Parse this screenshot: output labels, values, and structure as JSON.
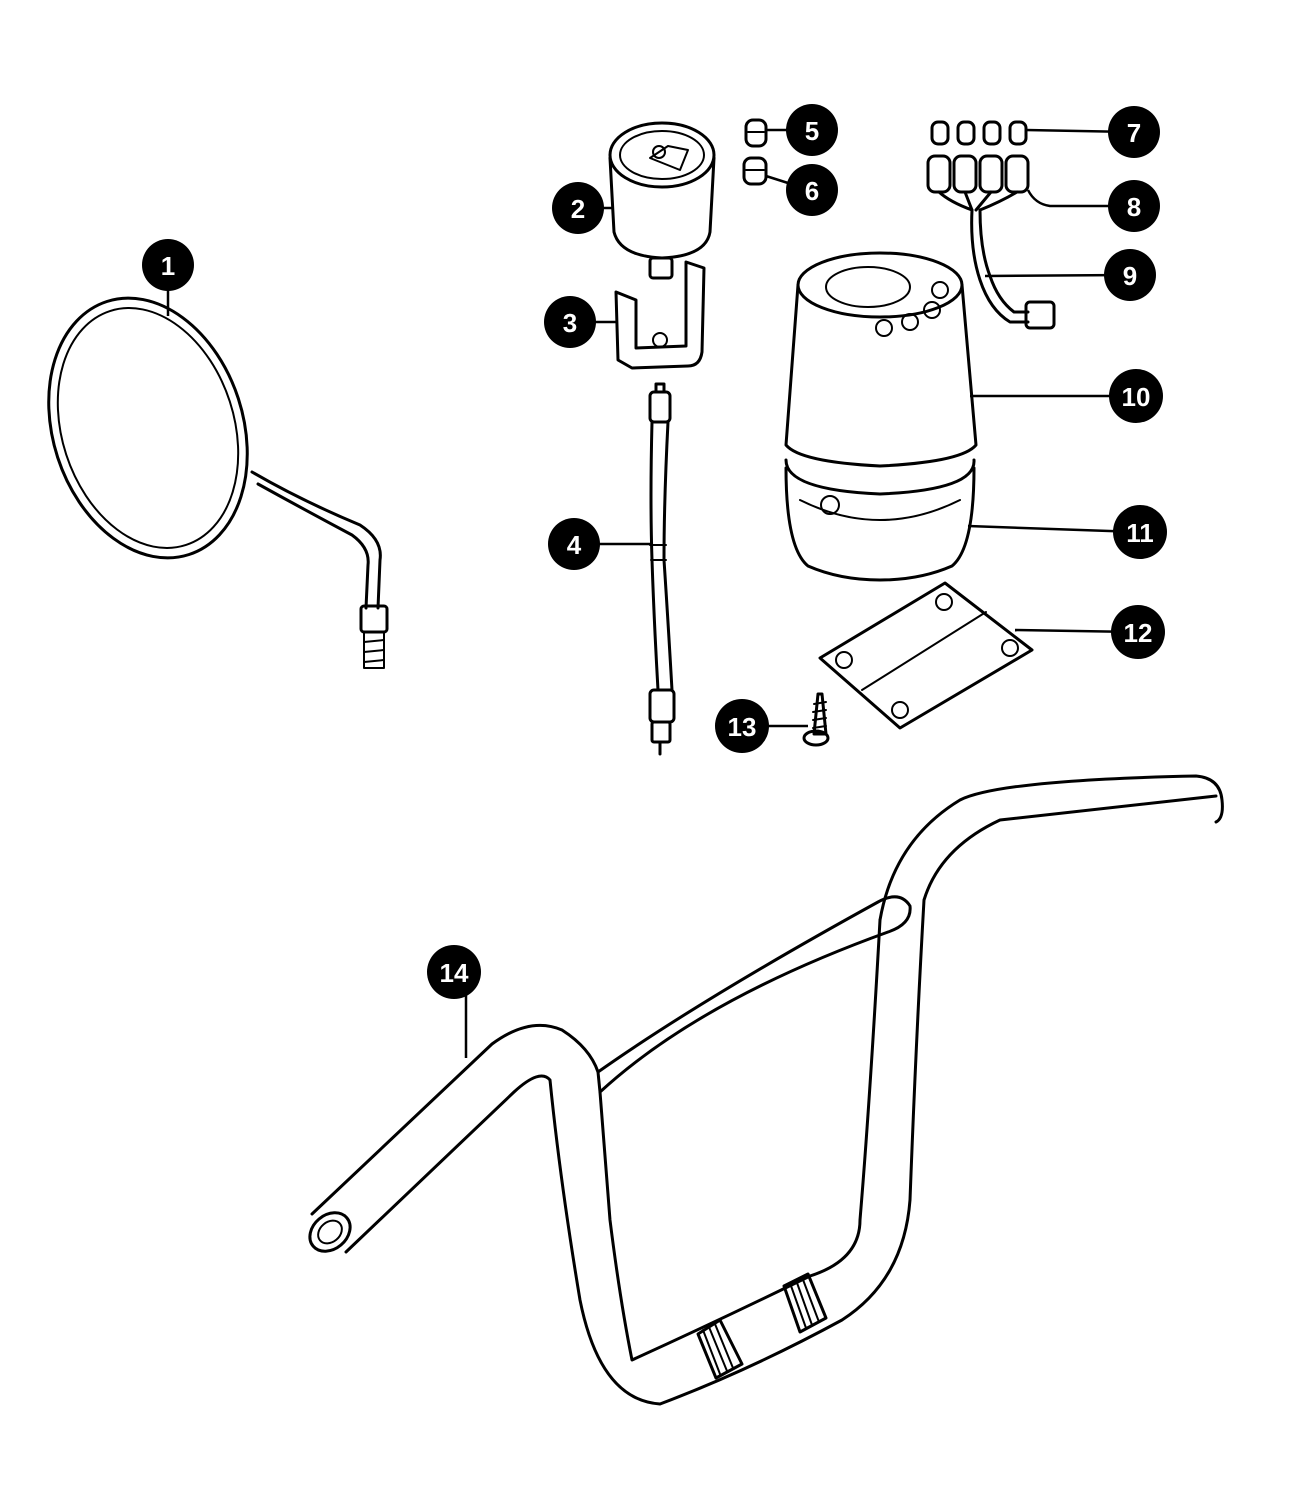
{
  "colors": {
    "line": "#000000",
    "background": "#ffffff",
    "callout_fill": "#000000",
    "callout_text": "#ffffff"
  },
  "callouts": [
    {
      "id": "1",
      "label": "1"
    },
    {
      "id": "2",
      "label": "2"
    },
    {
      "id": "3",
      "label": "3"
    },
    {
      "id": "4",
      "label": "4"
    },
    {
      "id": "5",
      "label": "5"
    },
    {
      "id": "6",
      "label": "6"
    },
    {
      "id": "7",
      "label": "7"
    },
    {
      "id": "8",
      "label": "8"
    },
    {
      "id": "9",
      "label": "9"
    },
    {
      "id": "10",
      "label": "10"
    },
    {
      "id": "11",
      "label": "11"
    },
    {
      "id": "12",
      "label": "12"
    },
    {
      "id": "13",
      "label": "13"
    },
    {
      "id": "14",
      "label": "14"
    }
  ]
}
